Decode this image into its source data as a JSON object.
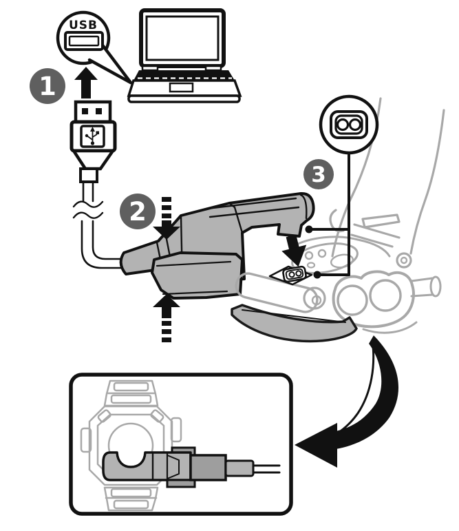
{
  "diagram": {
    "background_color": "#ffffff",
    "outline_color": "#111111",
    "device_gray": "#b3b3b3",
    "watch_gray": "#a8a8a8",
    "badge": {
      "fill": "#5f5f5f",
      "text_color": "#ffffff"
    },
    "usb_callout": {
      "label": "USB",
      "icon": "usb-port-icon"
    },
    "steps": [
      {
        "number": "1"
      },
      {
        "number": "2"
      },
      {
        "number": "3"
      }
    ],
    "icons": [
      "laptop-icon",
      "usb-port-icon",
      "usb-plug-icon",
      "usb-trident-icon",
      "charging-contacts-icon",
      "up-arrow-icon",
      "down-arrow-icon",
      "curved-arrow-icon"
    ]
  }
}
